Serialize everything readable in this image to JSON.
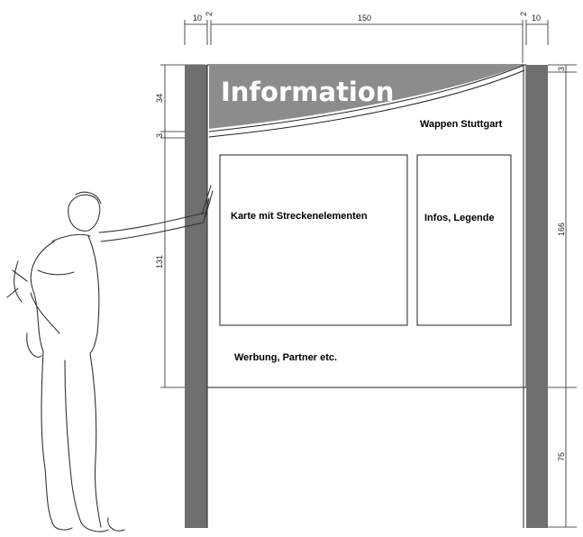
{
  "colors": {
    "post": "#6f6f6f",
    "header_band": "#8c8c8c",
    "line": "#222222",
    "title_text": "#ffffff"
  },
  "sign": {
    "title": "Information",
    "crest_label": "Wappen Stuttgart",
    "map_panel_label": "Karte mit Streckenelementen",
    "info_panel_label": "Infos, Legende",
    "sponsor_label": "Werbung, Partner etc."
  },
  "dimensions": {
    "post_left_width": "10",
    "gap_left": "2",
    "board_width": "150",
    "gap_right": "2",
    "post_right_width": "10",
    "header_height": "34",
    "band_thickness_left": "3",
    "lower_panel_height": "131",
    "band_thickness_right": "3",
    "total_board_height": "166",
    "leg_height": "75"
  },
  "figure": {
    "depicted": "person-sketch-pointing-at-sign"
  }
}
